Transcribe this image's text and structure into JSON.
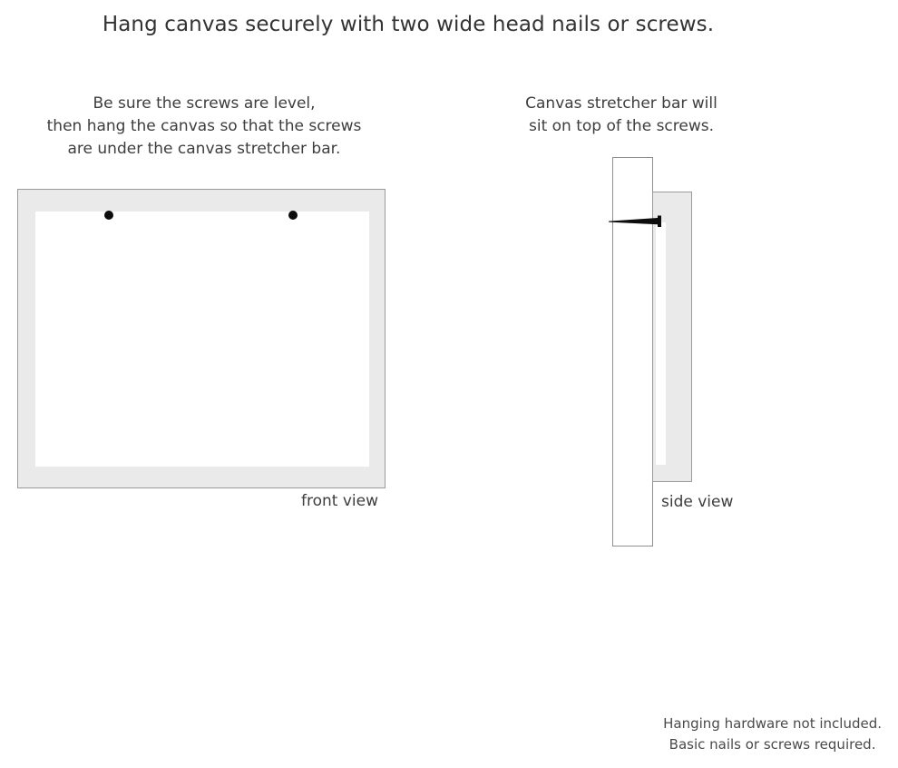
{
  "headline": "Hang canvas securely with two wide head nails or screws.",
  "instructions": {
    "left": {
      "line1": "Be sure the screws are level,",
      "line2": "then hang the canvas so that the screws",
      "line3": "are under the canvas stretcher bar."
    },
    "right": {
      "line1": "Canvas stretcher bar will",
      "line2": "sit on top of the screws."
    }
  },
  "diagrams": {
    "front": {
      "label": "front view",
      "frame_color": "#eaeaea",
      "frame_border_color": "#9a9a9a",
      "canvas_color": "#ffffff",
      "screw_color": "#0d0d0d",
      "screw_count": 2
    },
    "side": {
      "label": "side view",
      "wall_color": "#ffffff",
      "wall_border_color": "#8f8f8f",
      "stretcher_bar_color": "#eaeaea",
      "stretcher_bar_border_color": "#9a9a9a",
      "nail_color": "#0d0d0d"
    }
  },
  "footer": {
    "line1": "Hanging hardware not included.",
    "line2": "Basic nails or screws required."
  }
}
